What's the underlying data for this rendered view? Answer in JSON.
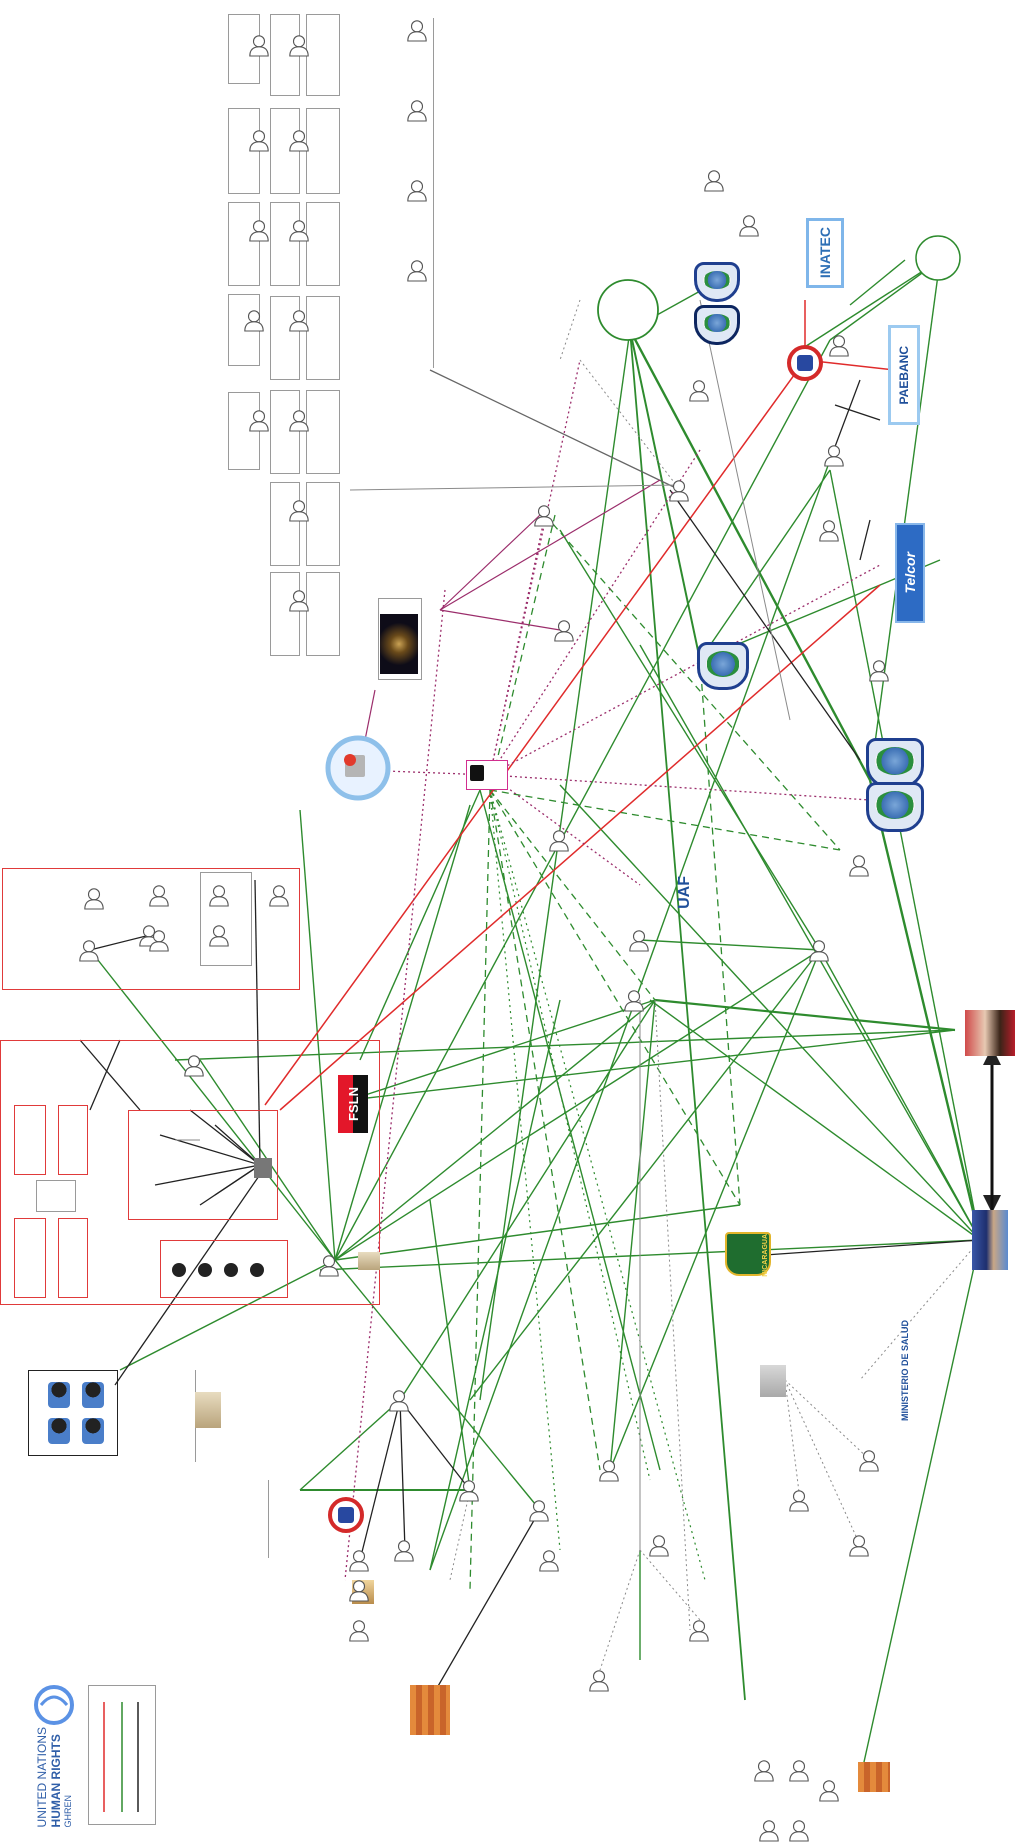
{
  "logos": {
    "fsln": "FSLN",
    "inatec": "INATEC",
    "paebanc": "PAEBANC",
    "telcor": "Telcor",
    "uaf": "UAF",
    "nicaragua": "NICARAGUA",
    "minsa": "MINISTERIO DE SALUD",
    "un_line1": "UNITED NATIONS",
    "un_line2": "HUMAN RIGHTS",
    "un_line3": "GHREN"
  },
  "colors": {
    "green_link": "#2e8b2e",
    "red_link": "#e02b2b",
    "black_link": "#222222",
    "purple_link": "#9b2d6b",
    "grey_link": "#8a8a8a",
    "box_red": "#e03a3a",
    "shield_blue": "#1f3f8f"
  },
  "icons": [
    "person-icon",
    "building-icon",
    "computer-user-icon",
    "seal-icon",
    "photo-portrait-icon"
  ]
}
